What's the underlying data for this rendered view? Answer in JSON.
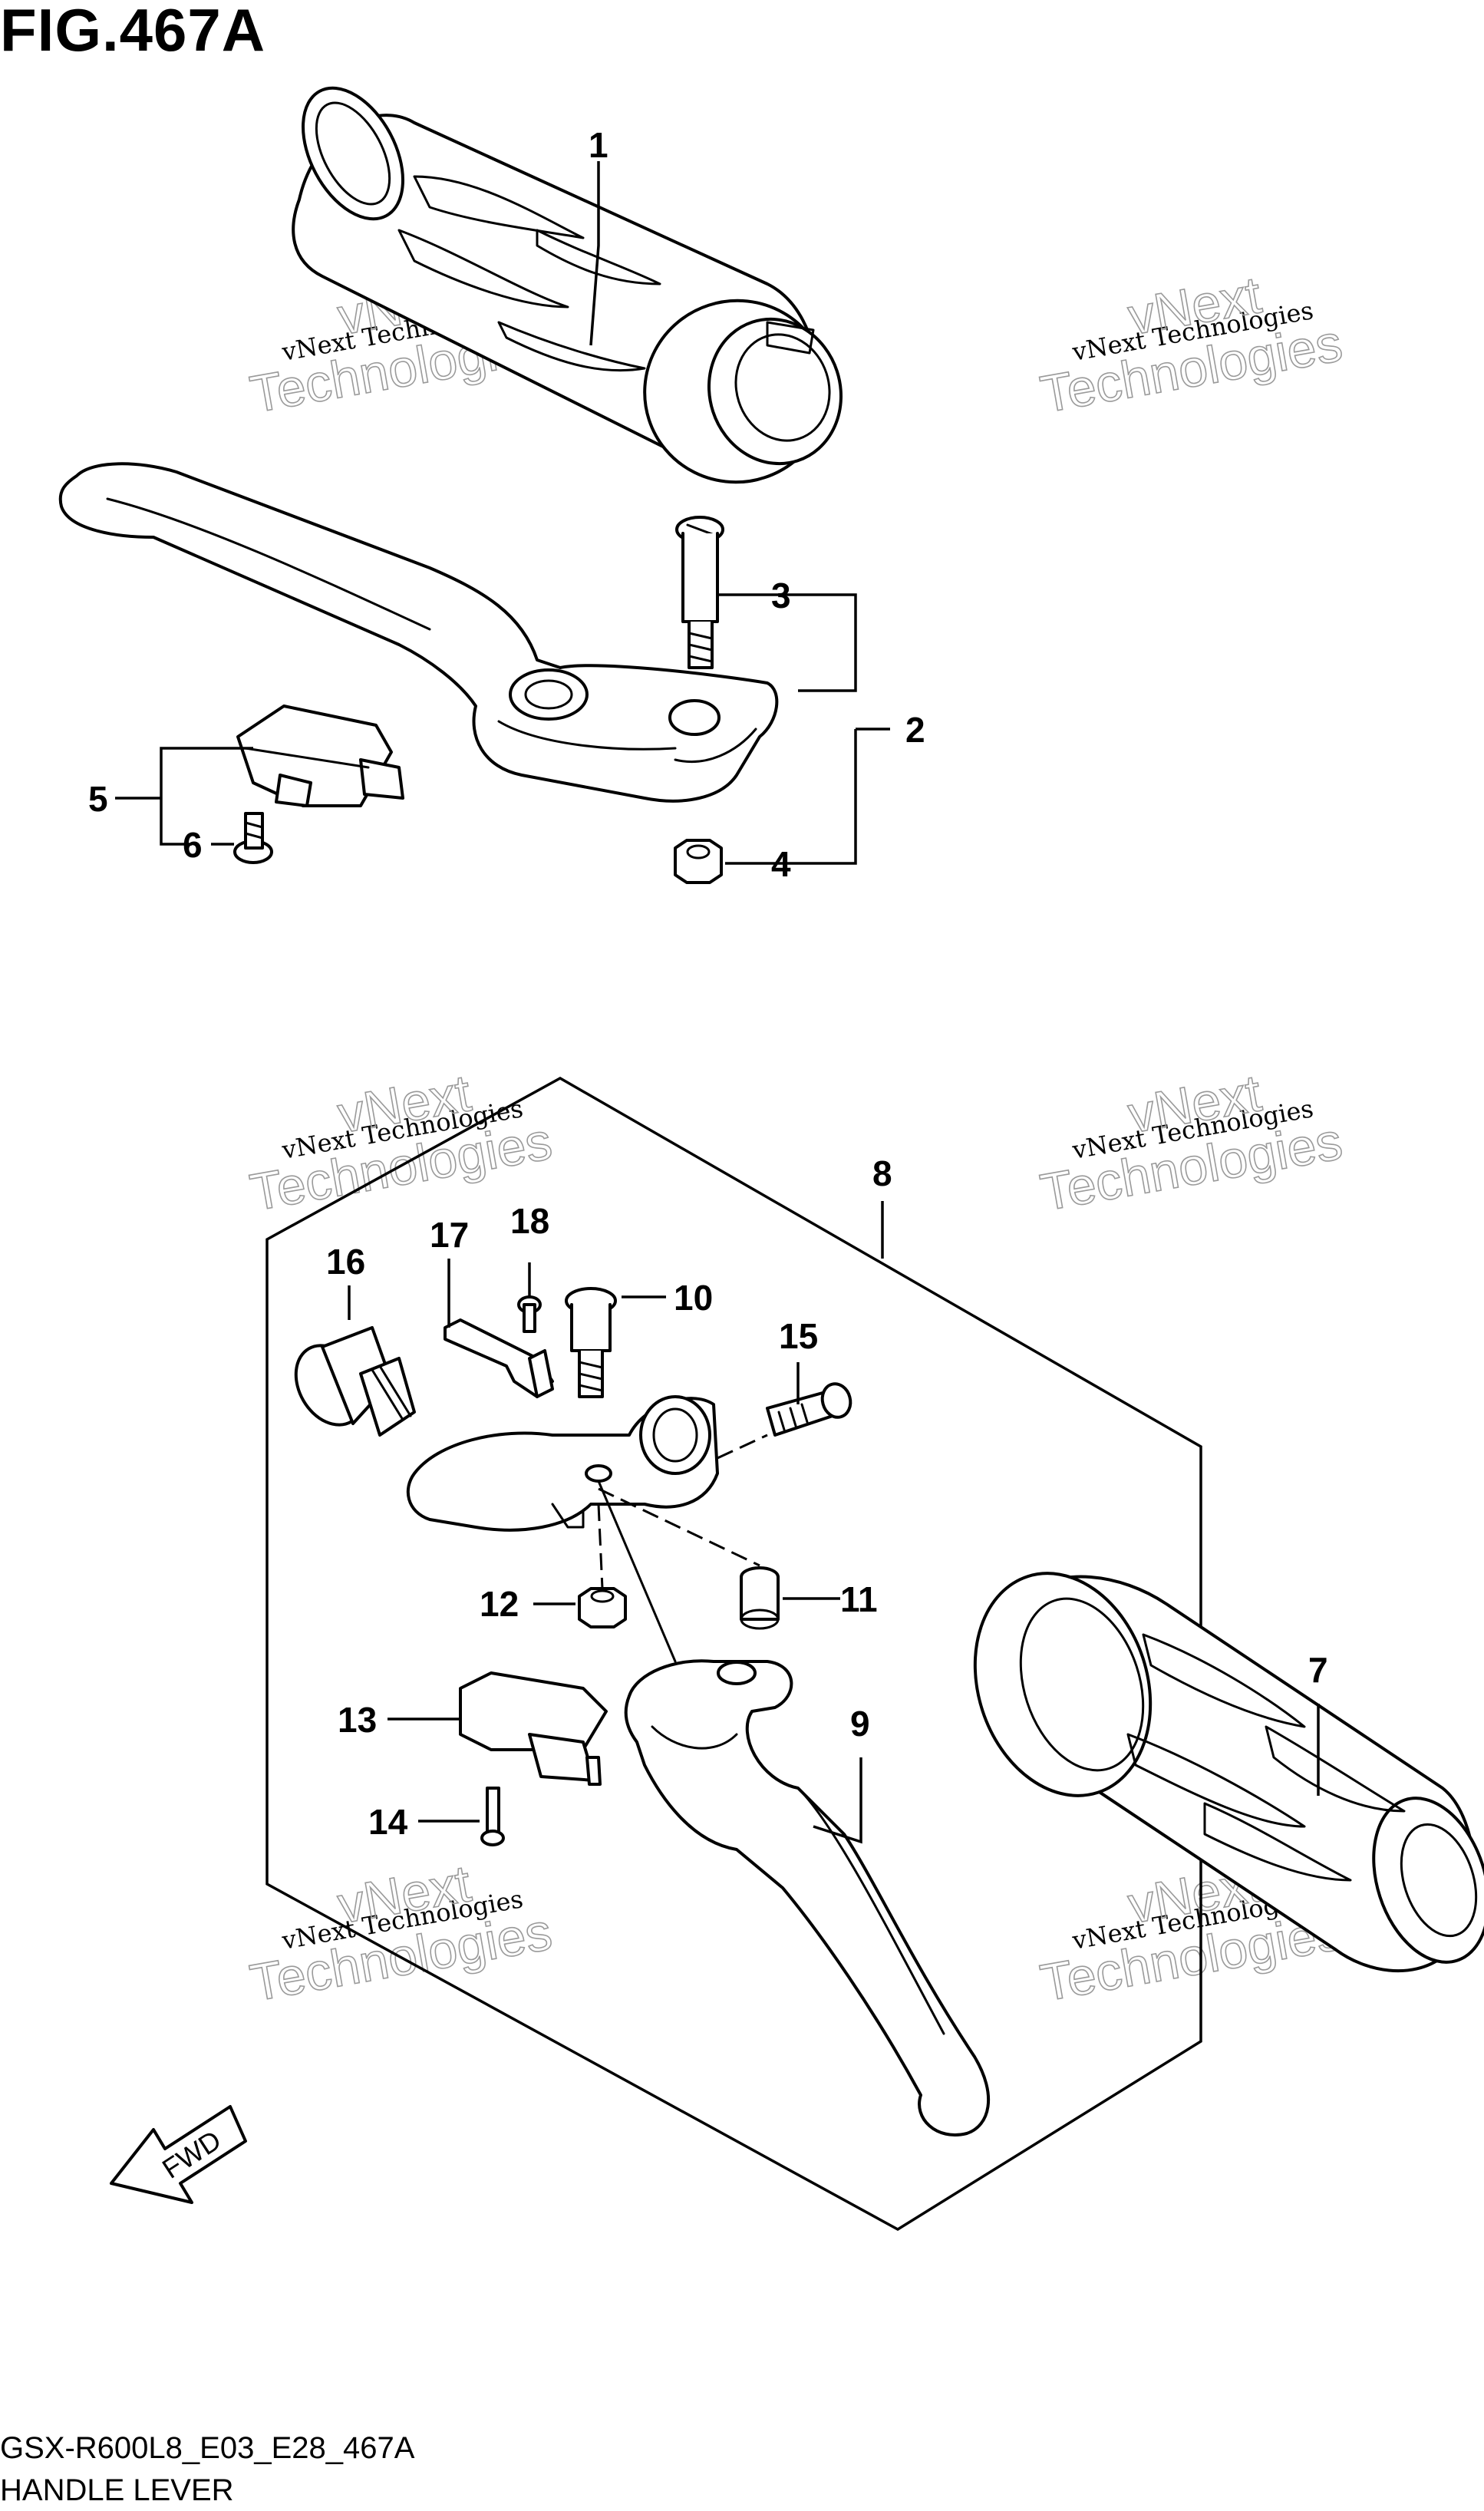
{
  "figure": {
    "title": "FIG.467A",
    "code": "GSX-R600L8_E03_E28_467A",
    "name": "HANDLE LEVER"
  },
  "callouts": [
    "1",
    "2",
    "3",
    "4",
    "5",
    "6",
    "7",
    "8",
    "9",
    "10",
    "11",
    "12",
    "13",
    "14",
    "15",
    "16",
    "17",
    "18"
  ],
  "watermark": {
    "line_small": "vNext Technologies",
    "line_big_1": "vNext",
    "line_big_2": "Technologies"
  },
  "fwd_label": "FWD"
}
